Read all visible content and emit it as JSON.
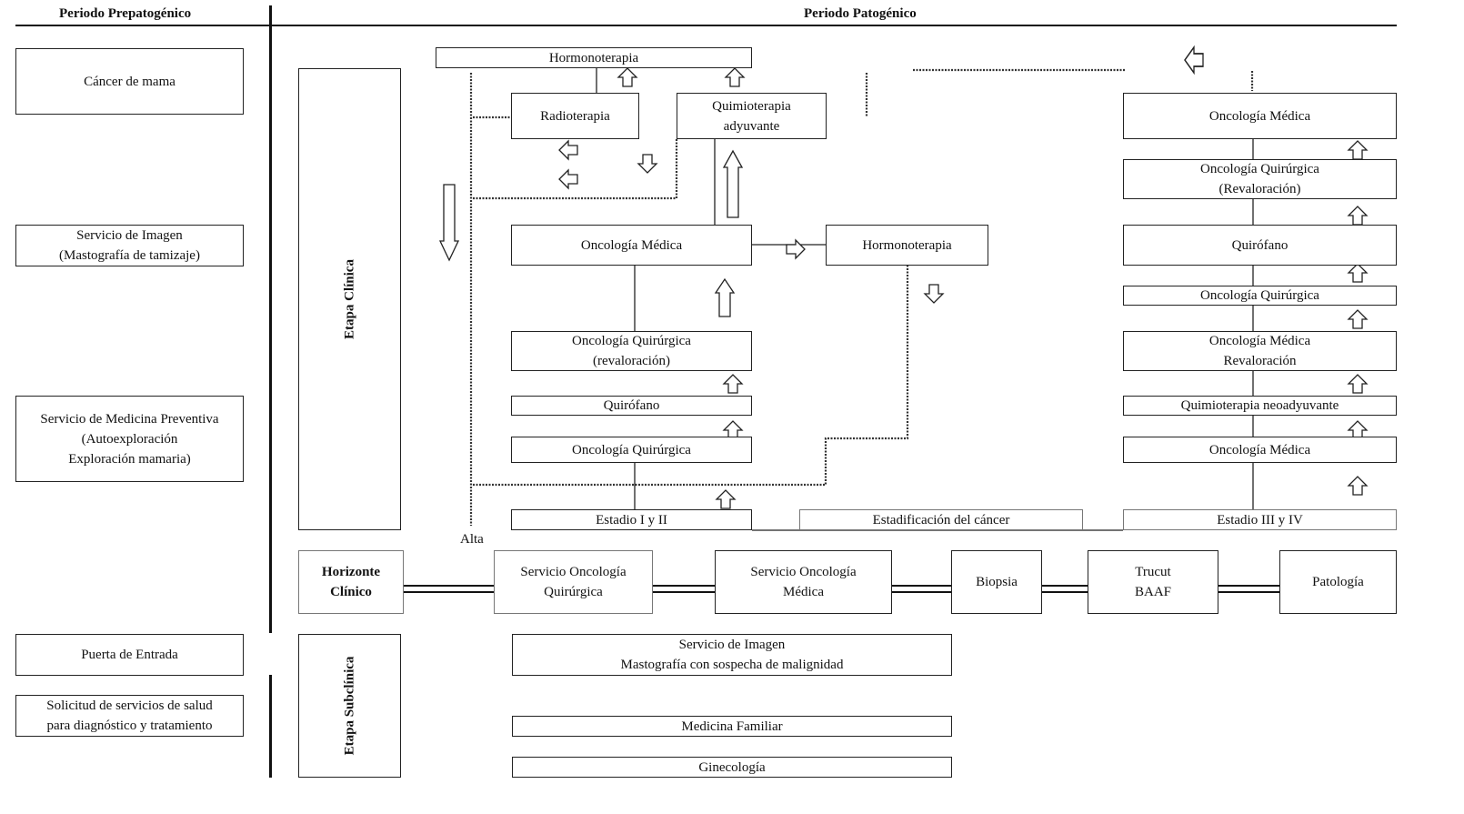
{
  "headers": {
    "left": "Periodo Prepatogénico",
    "right": "Periodo Patogénico"
  },
  "left_column": {
    "cancer": "Cáncer de mama",
    "imagen": "Servicio de Imagen\n(Mastografía de tamizaje)",
    "preventiva": "Servicio de Medicina Preventiva\n(Autoexploración\nExploración mamaria)",
    "puerta": "Puerta de Entrada",
    "solicitud": "Solicitud de servicios de salud\npara diagnóstico y tratamiento"
  },
  "stages": {
    "clinica": "Etapa Clínica",
    "subclinica": "Etapa Subclínica"
  },
  "horizonte": {
    "title": "Horizonte\nClínico",
    "onco_quirurgica": "Servicio Oncología\nQuirúrgica",
    "onco_medica": "Servicio Oncología\nMédica",
    "biopsia": "Biopsia",
    "trucut": "Trucut\nBAAF",
    "patologia": "Patología"
  },
  "subclinical": {
    "imagen": "Servicio de Imagen\nMastografía  con sospecha de malignidad",
    "familiar": "Medicina Familiar",
    "ginecologia": "Ginecología"
  },
  "middle": {
    "hormonoterapia_top": "Hormonoterapia",
    "radioterapia": "Radioterapia",
    "quimio_adyuvante": "Quimioterapia\nadyuvante",
    "onco_medica": "Oncología Médica",
    "hormonoterapia_right": "Hormonoterapia",
    "onco_quir_reval": "Oncología Quirúrgica\n(revaloración)",
    "quirofano": "Quirófano",
    "onco_quir": "Oncología Quirúrgica",
    "estadio_1_2": "Estadio I y II",
    "estadificacion": "Estadificación del cáncer",
    "alta": "Alta"
  },
  "right_column": {
    "onco_medica_top": "Oncología Médica",
    "onco_quir_reval": "Oncología Quirúrgica\n(Revaloración)",
    "quirofano": "Quirófano",
    "onco_quir": "Oncología Quirúrgica",
    "onco_medica_reval": "Oncología Médica\nRevaloración",
    "quimio_neo": "Quimioterapia neoadyuvante",
    "onco_medica_bottom": "Oncología Médica",
    "estadio_3_4": "Estadio III y IV"
  }
}
